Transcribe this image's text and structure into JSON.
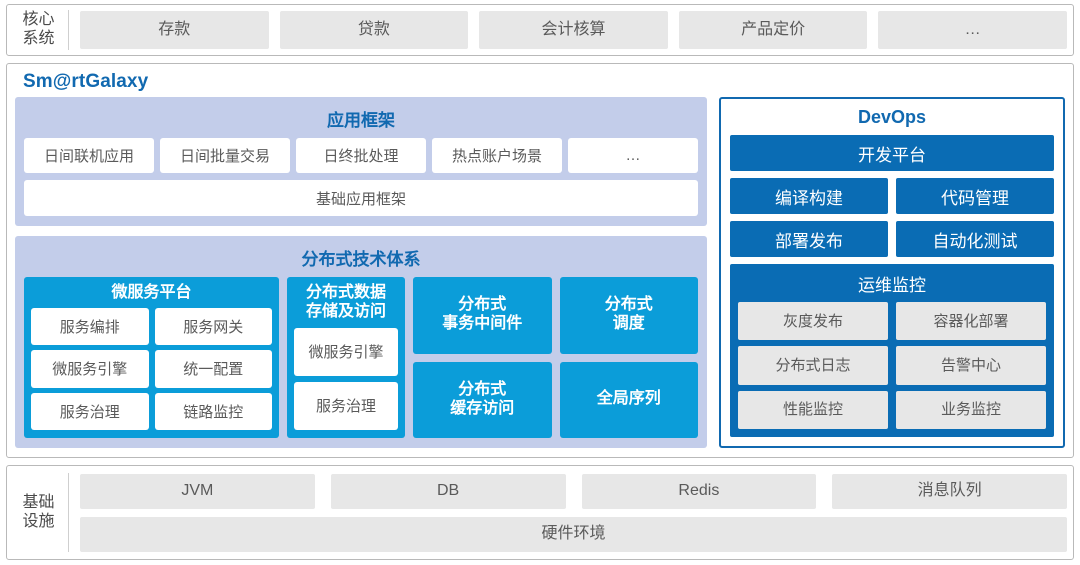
{
  "core_systems": {
    "label": "核心\n系统",
    "label_line1": "核心",
    "label_line2": "系统",
    "items": [
      {
        "label": "存款"
      },
      {
        "label": "贷款"
      },
      {
        "label": "会计核算"
      },
      {
        "label": "产品定价"
      },
      {
        "label": "…"
      }
    ]
  },
  "brand": {
    "title": "Sm@rtGalaxy"
  },
  "app_framework": {
    "title": "应用框架",
    "items": [
      {
        "label": "日间联机应用"
      },
      {
        "label": "日间批量交易"
      },
      {
        "label": "日终批处理"
      },
      {
        "label": "热点账户场景"
      },
      {
        "label": "…"
      }
    ],
    "base": "基础应用框架"
  },
  "distributed": {
    "title": "分布式技术体系",
    "microservice_platform": {
      "title": "微服务平台",
      "items": [
        {
          "label": "服务编排"
        },
        {
          "label": "服务网关"
        },
        {
          "label": "微服务引擎"
        },
        {
          "label": "统一配置"
        },
        {
          "label": "服务治理"
        },
        {
          "label": "链路监控"
        }
      ]
    },
    "data_storage": {
      "title_line1": "分布式数据",
      "title_line2": "存储及访问",
      "items": [
        {
          "label": "微服务引擎"
        },
        {
          "label": "服务治理"
        }
      ]
    },
    "cells": [
      {
        "line1": "分布式",
        "line2": "事务中间件"
      },
      {
        "line1": "分布式",
        "line2": "调度"
      },
      {
        "line1": "分布式",
        "line2": "缓存访问"
      },
      {
        "line1": "全局序列",
        "line2": ""
      }
    ]
  },
  "devops": {
    "title": "DevOps",
    "platform": "开发平台",
    "rows": [
      [
        {
          "label": "编译构建"
        },
        {
          "label": "代码管理"
        }
      ],
      [
        {
          "label": "部署发布"
        },
        {
          "label": "自动化测试"
        }
      ]
    ],
    "ops": {
      "title": "运维监控",
      "items": [
        [
          {
            "label": "灰度发布"
          },
          {
            "label": "容器化部署"
          }
        ],
        [
          {
            "label": "分布式日志"
          },
          {
            "label": "告警中心"
          }
        ],
        [
          {
            "label": "性能监控"
          },
          {
            "label": "业务监控"
          }
        ]
      ]
    }
  },
  "infrastructure": {
    "label_line1": "基础",
    "label_line2": "设施",
    "items": [
      {
        "label": "JVM"
      },
      {
        "label": "DB"
      },
      {
        "label": "Redis"
      },
      {
        "label": "消息队列"
      }
    ],
    "hardware": "硬件环境"
  },
  "colors": {
    "brand_blue": "#1169b0",
    "bright_blue": "#0b9dd9",
    "devops_blue": "#0a6cb4",
    "lavender": "#c3cdea",
    "chip_grey": "#e7e7e7",
    "border_grey": "#b9b9b9"
  }
}
